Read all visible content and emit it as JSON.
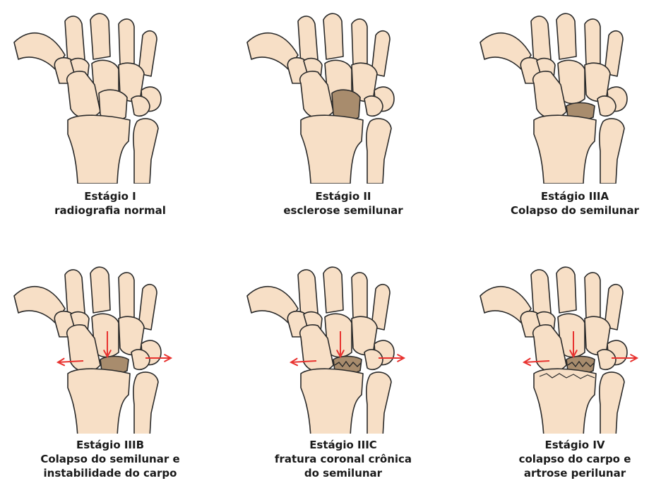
{
  "colors": {
    "bone": "#f7dfc6",
    "outline": "#2a2a2a",
    "lunate_affected": "#a88c6d",
    "arrow": "#e8322f"
  },
  "stages": [
    {
      "title": "Estágio I",
      "lines": [
        "radiografia normal"
      ],
      "lunate": "normal",
      "arrows": false,
      "fracture": false,
      "arthrosis": false
    },
    {
      "title": "Estágio II",
      "lines": [
        "esclerose semilunar"
      ],
      "lunate": "sclerosis",
      "arrows": false,
      "fracture": false,
      "arthrosis": false
    },
    {
      "title": "Estágio IIIA",
      "lines": [
        "Colapso do semilunar"
      ],
      "lunate": "collapse",
      "arrows": false,
      "fracture": false,
      "arthrosis": false
    },
    {
      "title": "Estágio IIIB",
      "lines": [
        "Colapso do semilunar e",
        "instabilidade do carpo"
      ],
      "lunate": "collapse",
      "arrows": true,
      "fracture": false,
      "arthrosis": false
    },
    {
      "title": "Estágio IIIC",
      "lines": [
        "fratura coronal crônica",
        "do semilunar"
      ],
      "lunate": "collapse",
      "arrows": true,
      "fracture": true,
      "arthrosis": false
    },
    {
      "title": "Estágio IV",
      "lines": [
        "colapso do carpo e",
        "artrose perilunar"
      ],
      "lunate": "collapse",
      "arrows": true,
      "fracture": true,
      "arthrosis": true
    }
  ]
}
